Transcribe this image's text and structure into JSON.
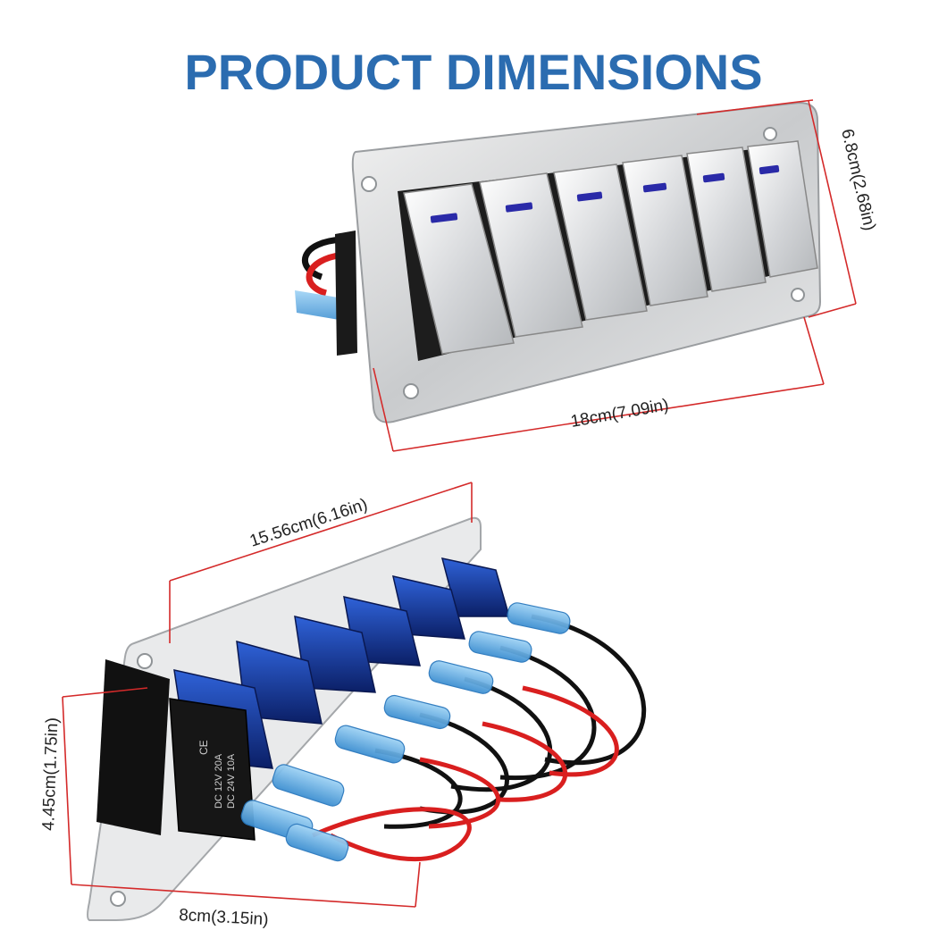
{
  "title": "PRODUCT DIMENSIONS",
  "dimensions": {
    "top_width": "18cm(7.09in)",
    "top_height": "6.8cm(2.68in)",
    "bottom_length": "15.56cm(6.16in)",
    "bottom_height": "4.45cm(1.75in)",
    "bottom_depth": "8cm(3.15in)"
  },
  "switch_marking": {
    "line1": "DC 12V 20A",
    "line2": "DC 24V 10A",
    "mark": "CE"
  },
  "colors": {
    "title": "#2b6cb0",
    "dimension_line": "#d42a2a",
    "switch_led": "#2a2aa8",
    "connector": "#4fa3e0",
    "wire_red": "#d91f1f",
    "wire_black": "#111111"
  }
}
